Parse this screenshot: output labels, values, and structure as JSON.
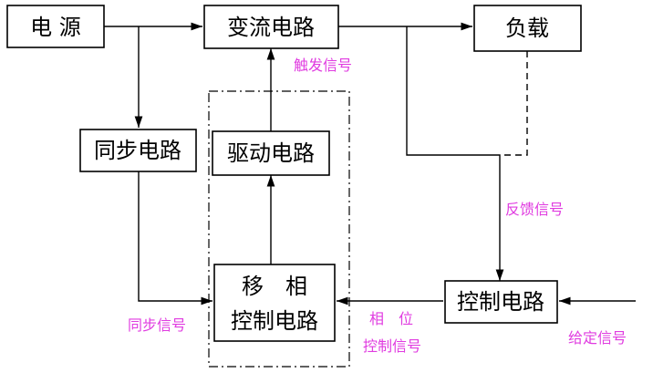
{
  "blocks": {
    "power": "电 源",
    "converter": "变流电路",
    "load": "负载",
    "sync": "同步电路",
    "driver": "驱动电路",
    "phase_shift_line1": "移　相",
    "phase_shift_line2": "控制电路",
    "control": "控制电路"
  },
  "signals": {
    "trigger": "触发信号",
    "feedback": "反馈信号",
    "sync": "同步信号",
    "phase_ctrl_line1": "相　位",
    "phase_ctrl_line2": "控制信号",
    "reference": "给定信号"
  },
  "colors": {
    "signal_text": "#e03ce0",
    "line": "#000000"
  }
}
